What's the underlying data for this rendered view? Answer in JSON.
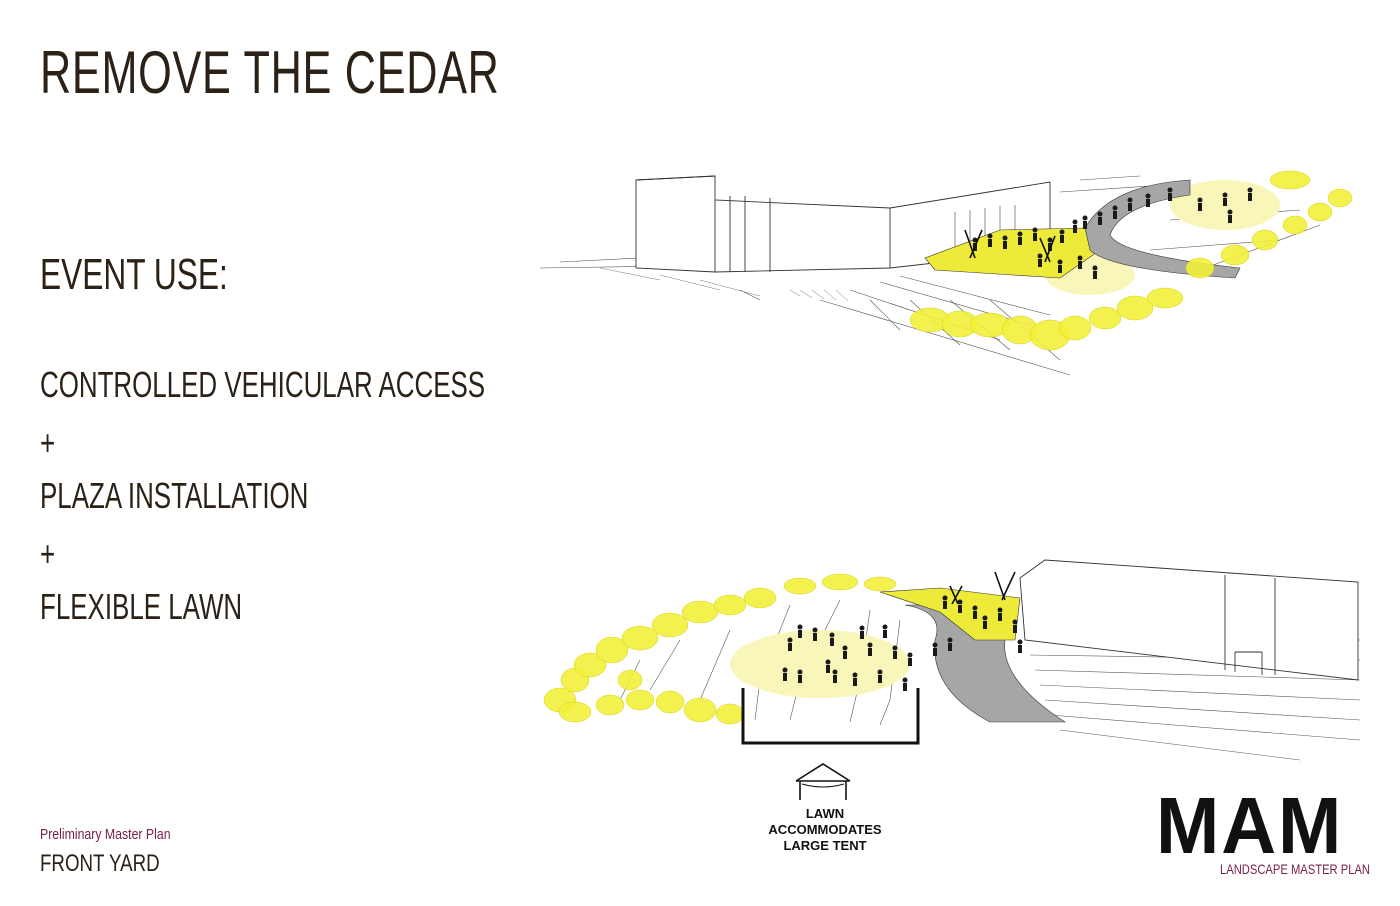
{
  "title": "REMOVE THE CEDAR",
  "event_heading": "EVENT USE:",
  "features": [
    "CONTROLLED VEHICULAR ACCESS",
    "PLAZA INSTALLATION",
    "FLEXIBLE LAWN"
  ],
  "plus_symbol": "+",
  "tent_label": [
    "LAWN",
    "ACCOMMODATES",
    "LARGE TENT"
  ],
  "footer": {
    "subtitle": "Preliminary Master Plan",
    "title": "FRONT YARD"
  },
  "logo": {
    "text": "MAM",
    "subtitle": "LANDSCAPE MASTER PLAN"
  },
  "colors": {
    "text": "#2b2117",
    "accent": "#7a2050",
    "highlight": "#f2ef3a",
    "road": "#a6a6a6"
  }
}
